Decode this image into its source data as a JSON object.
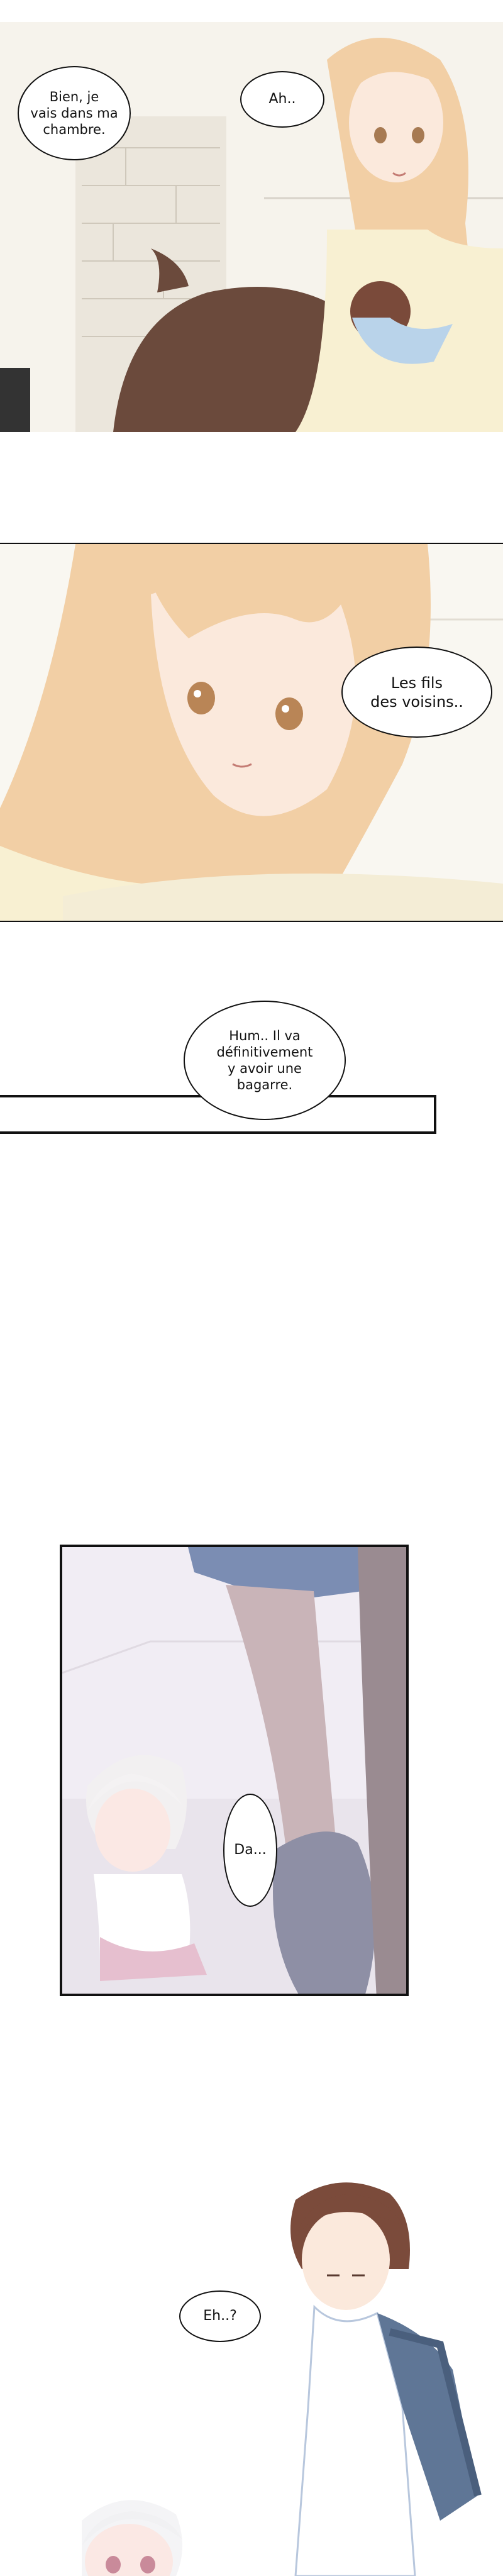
{
  "comic": {
    "language": "fr",
    "panels": [
      {
        "name": "panel-1",
        "bubbles": [
          {
            "name": "speech-bubble-bien",
            "text": "Bien, je\nvais dans ma\nchambre."
          },
          {
            "name": "speech-bubble-ah",
            "text": "Ah.."
          }
        ]
      },
      {
        "name": "panel-2",
        "bubbles": [
          {
            "name": "speech-bubble-les-fils",
            "text": "Les fils\ndes voisins.."
          }
        ]
      },
      {
        "name": "panel-3",
        "bubbles": [
          {
            "name": "speech-bubble-hum",
            "text": "Hum.. Il va\ndéfinitivement\ny avoir une\nbagarre."
          }
        ]
      },
      {
        "name": "panel-4",
        "bubbles": [
          {
            "name": "speech-bubble-da",
            "text": "Da..."
          }
        ]
      },
      {
        "name": "panel-5",
        "bubbles": [
          {
            "name": "speech-bubble-eh",
            "text": "Eh..?"
          }
        ]
      }
    ]
  },
  "colors": {
    "background": "#ffffff",
    "wall": "#f3efe6",
    "hair_blonde": "#f2cfa5",
    "hair_brown": "#6b4a3c",
    "shirt_yellow": "#f8f0d2",
    "shorts_blue": "#7b8db3",
    "backpack": "#5f7696"
  }
}
